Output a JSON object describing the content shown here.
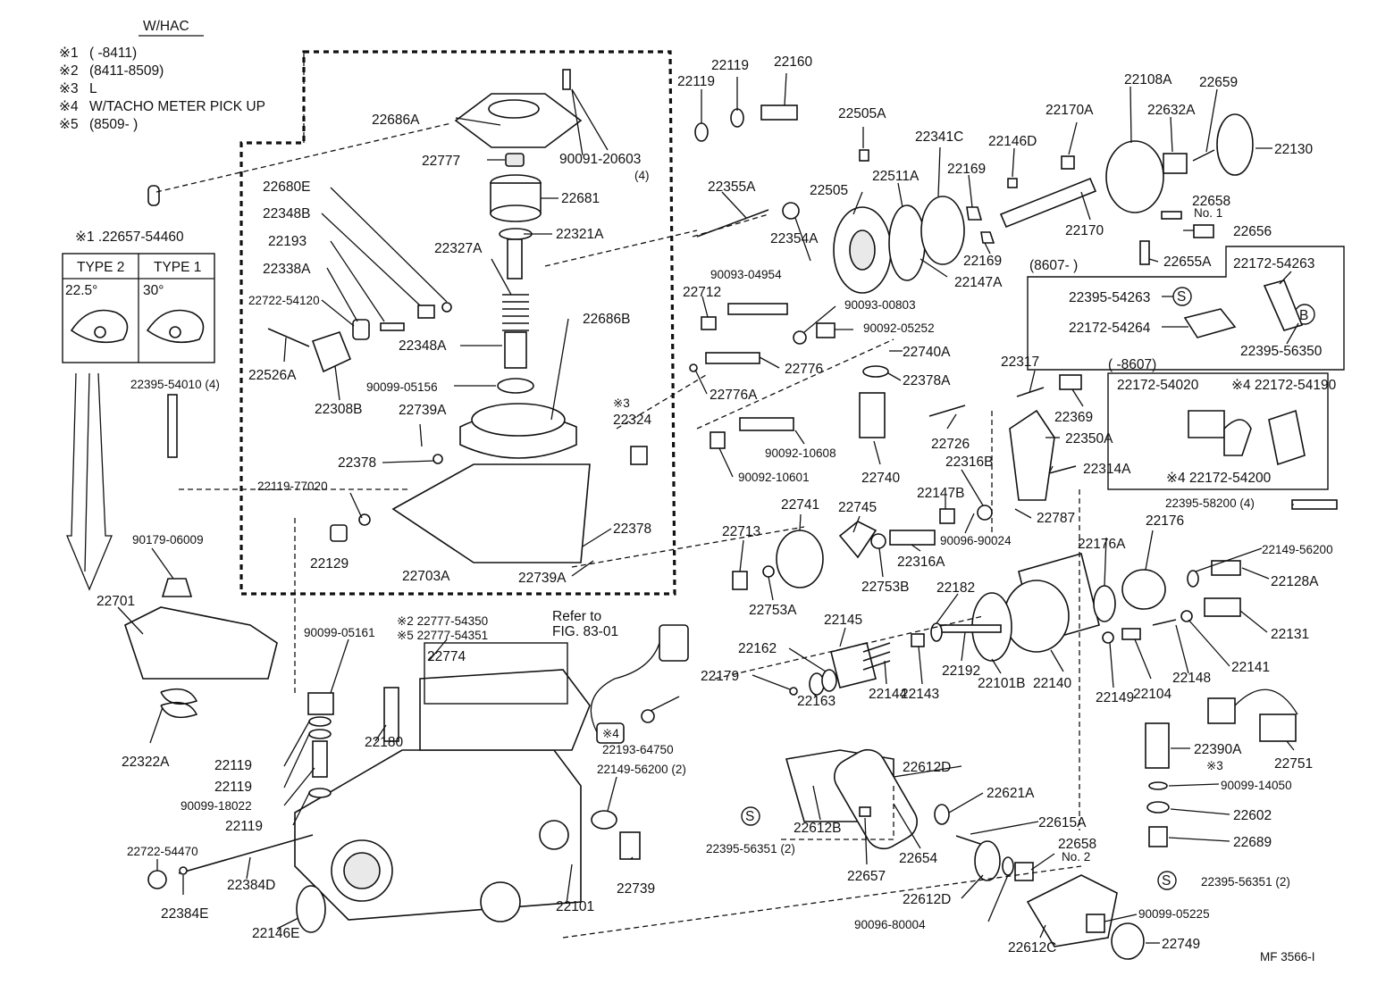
{
  "legend": {
    "heading": "W/HAC",
    "notes": [
      {
        "mark": "※1",
        "text": "(      -8411)"
      },
      {
        "mark": "※2",
        "text": "(8411-8509)"
      },
      {
        "mark": "※3",
        "text": "L"
      },
      {
        "mark": "※4",
        "text": "W/TACHO METER PICK UP"
      },
      {
        "mark": "※5",
        "text": "(8509-          )"
      }
    ]
  },
  "type_table": {
    "note": "※1 .22657-54460",
    "col1": "TYPE 2",
    "col2": "TYPE 1",
    "angle1": "22.5°",
    "angle2": "30°"
  },
  "refer": {
    "line1": "Refer to",
    "line2": "FIG. 83-01"
  },
  "box1": {
    "range": "(8607-          )",
    "p1": "22395-54263",
    "p2": "22172-54264",
    "p3": "22172-54263",
    "p4": "22395-56350",
    "sym1": "S",
    "sym2": "B"
  },
  "box2": {
    "range": "(        -8607)",
    "p1": "22172-54020",
    "p2": "※4 22172-54190",
    "p3": "※4 22172-54200"
  },
  "figure_code": "MF 3566-I",
  "labels": [
    "22686A",
    "90091-20603",
    "(4)",
    "22777",
    "22681",
    "22680E",
    "22348B",
    "22193",
    "22321A",
    "22327A",
    "22338A",
    "22722-54120",
    "22526A",
    "22308B",
    "22348A",
    "22686B",
    "90099-05156",
    "22739A",
    "22378",
    "22119-77020",
    "22129",
    "22703A",
    "22378",
    "22739A",
    "※3",
    "22324",
    "22119",
    "22119",
    "22160",
    "22355A",
    "22354A",
    "90093-04954",
    "22712",
    "90093-00803",
    "90092-05252",
    "22776",
    "22740A",
    "22776A",
    "22378A",
    "90092-10608",
    "90092-10601",
    "22740",
    "22726",
    "22505A",
    "22505",
    "22511A",
    "22341C",
    "22169",
    "22146D",
    "22169",
    "22147A",
    "22170A",
    "22170",
    "22108A",
    "22632A",
    "22659",
    "22130",
    "22658",
    "No. 1",
    "22656",
    "22655A",
    "22317",
    "22369",
    "22350A",
    "22316B",
    "22314A",
    "22787",
    "22147B",
    "90096-90024",
    "22316A",
    "22753B",
    "22745",
    "22741",
    "22713",
    "22753A",
    "22182",
    "22145",
    "22162",
    "22179",
    "22163",
    "22144",
    "22143",
    "22192",
    "22101B",
    "22140",
    "22176A",
    "22176",
    "22149-56200",
    "22128A",
    "22149",
    "22104",
    "22148",
    "22141",
    "22131",
    "22395-58200 (4)",
    "22390A",
    "22751",
    "※3",
    "90099-14050",
    "22602",
    "22689",
    "22612D",
    "22612B",
    "S",
    "22395-56351 (2)",
    "22657",
    "22654",
    "22621A",
    "22615A",
    "22658",
    "No. 2",
    "22612D",
    "90096-80004",
    "22612C",
    "S",
    "22395-56351 (2)",
    "90099-05225",
    "22749",
    "90179-06009",
    "22701",
    "22395-54010 (4)",
    "22322A",
    "90099-05161",
    "22119",
    "22119",
    "90099-18022",
    "22119",
    "22180",
    "※2 22777-54350",
    "※5 22777-54351",
    "22774",
    "※4",
    "22193-64750",
    "22149-56200 (2)",
    "22739",
    "22101",
    "22722-54470",
    "22384D",
    "22384E",
    "22146E"
  ]
}
